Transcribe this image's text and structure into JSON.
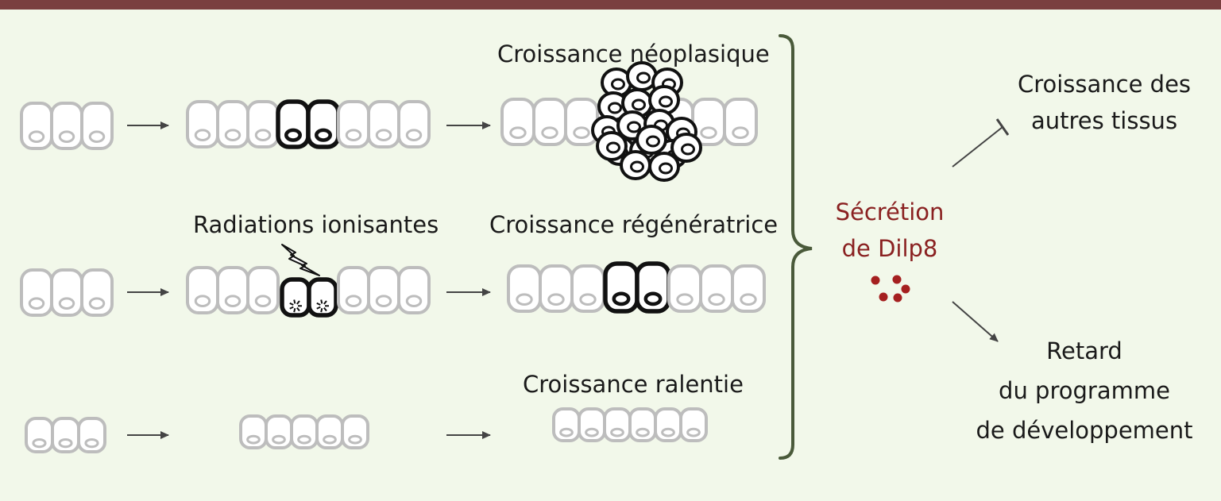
{
  "labels": {
    "neoplastic": "Croissance néoplasique",
    "radiation": "Radiations ionisantes",
    "regenerative": "Croissance régénératrice",
    "slowed": "Croissance ralentie",
    "secretion_line1": "Sécrétion",
    "secretion_line2": "de Dilp8",
    "other_growth_line1": "Croissance des",
    "other_growth_line2": "autres tissus",
    "delay_line1": "Retard",
    "delay_line2": "du programme",
    "delay_line3": "de développement"
  },
  "colors": {
    "top_bar": "#7a3f40",
    "background": "#f2f8ea",
    "normal_cell": "#bdbdbd",
    "affected_cell": "#111111",
    "brace": "#4a5a3a",
    "dilp8": "#a52020"
  }
}
